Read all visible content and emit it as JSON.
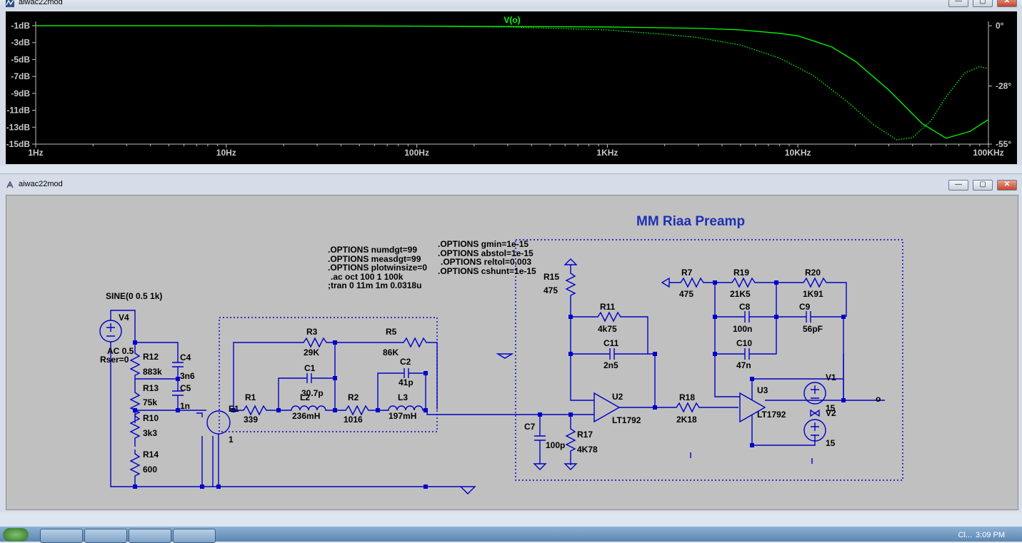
{
  "plot_window": {
    "title": "aiwac22mod",
    "controls": [
      "—",
      "▢",
      "✕"
    ],
    "chart_data": {
      "type": "line",
      "title": "V(o)",
      "x_scale": "log",
      "xlim": [
        1,
        100000
      ],
      "x_ticks": [
        1,
        10,
        100,
        1000,
        10000,
        100000
      ],
      "x_tick_labels": [
        "1Hz",
        "10Hz",
        "100Hz",
        "1KHz",
        "10KHz",
        "100KHz"
      ],
      "y_ticks": [
        -1,
        -3,
        -5,
        -7,
        -9,
        -11,
        -13,
        -15
      ],
      "y_tick_labels": [
        "-1dB",
        "-3dB",
        "-5dB",
        "-7dB",
        "-9dB",
        "-11dB",
        "-13dB",
        "-15dB"
      ],
      "ylim": [
        -15,
        -1
      ],
      "y2_ticks": [
        0,
        -28,
        -55
      ],
      "y2_tick_labels": [
        "0°",
        "-28°",
        "-55°"
      ],
      "y2lim": [
        -55,
        0
      ],
      "grid": false,
      "series": [
        {
          "name": "V(o)",
          "kind": "magnitude",
          "color": "#00ff00",
          "style": "solid",
          "x": [
            1,
            10,
            100,
            1000,
            3000,
            5000,
            8000,
            10000,
            15000,
            20000,
            30000,
            45000,
            60000,
            80000,
            100000
          ],
          "y": [
            -1.0,
            -1.0,
            -1.05,
            -1.15,
            -1.3,
            -1.5,
            -1.9,
            -2.2,
            -3.5,
            -5.2,
            -8.6,
            -12.6,
            -14.3,
            -13.5,
            -12.1
          ]
        },
        {
          "name": "phase",
          "kind": "phase",
          "color": "#00ff00",
          "style": "dotted",
          "x": [
            1,
            10,
            100,
            300,
            1000,
            2000,
            3000,
            5000,
            8000,
            12000,
            18000,
            25000,
            33000,
            40000,
            50000,
            60000,
            75000,
            90000,
            100000
          ],
          "y": [
            0,
            0,
            -0.2,
            -0.6,
            -2,
            -4,
            -5.5,
            -9,
            -15,
            -23,
            -35,
            -46,
            -53,
            -52,
            -44,
            -33,
            -22,
            -19,
            -20
          ]
        }
      ]
    }
  },
  "schematic_window": {
    "title": "aiwac22mod",
    "controls": [
      "—",
      "▢",
      "✕"
    ],
    "heading": "MM Riaa Preamp",
    "directives_left": [
      ".OPTIONS numdgt=99",
      ".OPTIONS measdgt=99",
      ".OPTIONS plotwinsize=0",
      ".ac oct 100 1 100k",
      ";tran 0 11m 1m 0.0318u"
    ],
    "directives_right": [
      ".OPTIONS gmin=1e-15",
      ".OPTIONS abstol=1e-15",
      ".OPTIONS reltol=0.003",
      ".OPTIONS cshunt=1e-15"
    ],
    "source": {
      "value": "SINE(0 0.5 1k)",
      "name": "V4",
      "ac": "AC 0.5",
      "rser": "Rser=0"
    },
    "components": {
      "R12": [
        "R12",
        "883k"
      ],
      "R13": [
        "R13",
        "75k"
      ],
      "R10": [
        "R10",
        "3k3"
      ],
      "R14": [
        "R14",
        "600"
      ],
      "C4": [
        "C4",
        "3n6"
      ],
      "C5": [
        "C5",
        "1n"
      ],
      "E1": [
        "E1",
        "1"
      ],
      "R1": [
        "R1",
        "339"
      ],
      "L2": [
        "L2",
        "236mH"
      ],
      "C1": [
        "C1",
        "30.7p"
      ],
      "R3": [
        "R3",
        "29K"
      ],
      "R2": [
        "R2",
        "1016"
      ],
      "L3": [
        "L3",
        "197mH"
      ],
      "R5": [
        "R5",
        "86K"
      ],
      "C2": [
        "C2",
        "41p"
      ],
      "C7": [
        "C7",
        "100p"
      ],
      "R17": [
        "R17",
        "4K78"
      ],
      "R15": [
        "R15",
        "475"
      ],
      "R11": [
        "R11",
        "4k75"
      ],
      "C11": [
        "C11",
        "2n5"
      ],
      "U2": [
        "U2",
        "LT1792"
      ],
      "R18": [
        "R18",
        "2K18"
      ],
      "U3": [
        "U3",
        "LT1792"
      ],
      "R7": [
        "R7",
        "475"
      ],
      "R19": [
        "R19",
        "21K5"
      ],
      "R20": [
        "R20",
        "1K91"
      ],
      "C8": [
        "C8",
        "100n"
      ],
      "C9": [
        "C9",
        "56pF"
      ],
      "C10": [
        "C10",
        "47n"
      ],
      "V1": [
        "V1",
        "15"
      ],
      "V2": [
        "V2",
        "15"
      ]
    },
    "output_net": "o"
  },
  "taskbar": {
    "clock": "3:09 PM",
    "partial_text": "Cl..."
  }
}
